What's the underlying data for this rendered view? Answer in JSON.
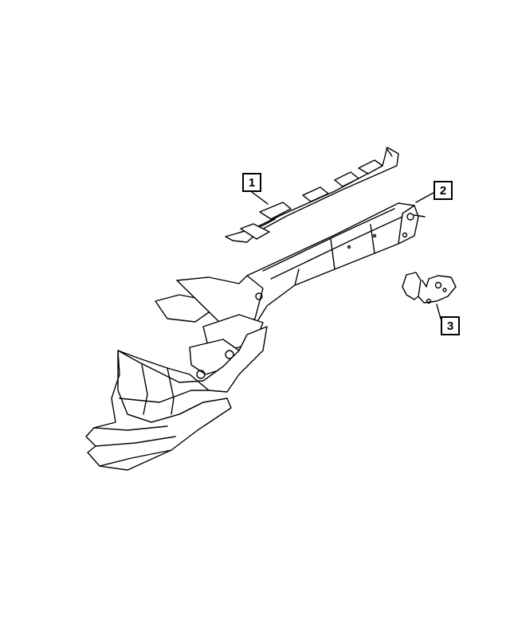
{
  "callouts": [
    {
      "label": "1"
    },
    {
      "label": "2"
    },
    {
      "label": "3"
    }
  ],
  "colors": {
    "line": "#000000",
    "part_fill": "#ffffff",
    "shade": "#e6e6e6",
    "background": "#ffffff"
  }
}
